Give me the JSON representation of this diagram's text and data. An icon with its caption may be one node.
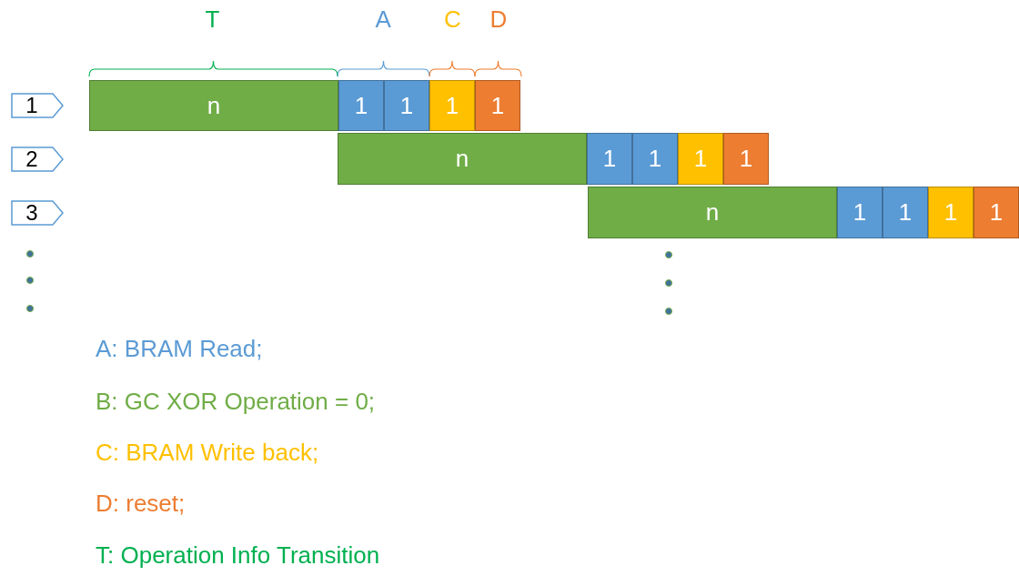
{
  "diagram": {
    "nodes": [
      {
        "text": [
          "1"
        ]
      },
      {
        "text": [
          "n"
        ]
      },
      {
        "text": [
          "1"
        ]
      },
      {
        "text": [
          "1"
        ]
      },
      {
        "text": [
          "1"
        ]
      },
      {
        "text": [
          "1"
        ]
      },
      {
        "text": [
          "2"
        ]
      },
      {
        "text": [
          "n"
        ]
      },
      {
        "text": [
          "1"
        ]
      },
      {
        "text": [
          "1"
        ]
      },
      {
        "text": [
          "1"
        ]
      },
      {
        "text": [
          "1"
        ]
      },
      {
        "text": [
          "3"
        ]
      },
      {
        "text": [
          "n"
        ]
      },
      {
        "text": [
          "1"
        ]
      },
      {
        "text": [
          "1"
        ]
      },
      {
        "text": [
          "1"
        ]
      },
      {
        "text": [
          "1"
        ]
      }
    ],
    "labels": [
      "T",
      "A",
      "C",
      "D"
    ],
    "legend": [
      {
        "text": "A: BRAM Read;",
        "color": "#5b9bd5"
      },
      {
        "text": "B: GC XOR Operation = 0;",
        "color": "#70ad47"
      },
      {
        "text": "C: BRAM Write back;",
        "color": "#ffc000"
      },
      {
        "text": "D: reset;",
        "color": "#ed7d31"
      },
      {
        "text": "T: Operation Info Transition",
        "color": "#00b050"
      }
    ]
  }
}
